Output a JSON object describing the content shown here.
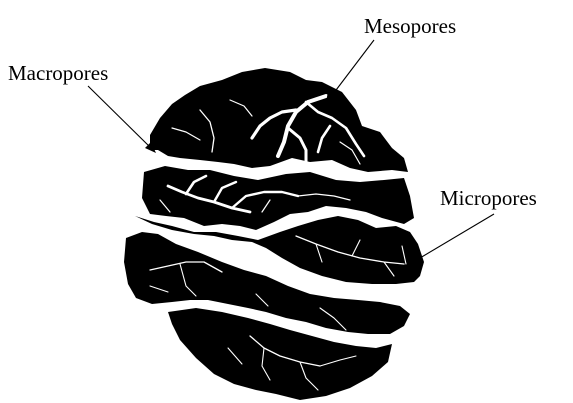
{
  "diagram": {
    "labels": {
      "macropores": "Macropores",
      "mesopores": "Mesopores",
      "micropores": "Micropores"
    },
    "colors": {
      "particle": "#000000",
      "pores": "#ffffff",
      "text": "#000000"
    }
  }
}
